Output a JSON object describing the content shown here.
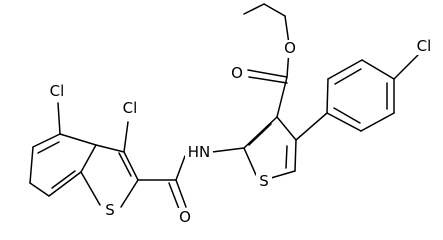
{
  "diagram": {
    "type": "chemical-structure",
    "atom_labels": {
      "cl_aryl": "Cl",
      "cl_benzo_4": "Cl",
      "cl_benzo_3": "Cl",
      "o_ester_carbonyl": "O",
      "o_ester_ether": "O",
      "o_amide": "O",
      "nh_amide": "HN",
      "s_thiophene": "S",
      "s_benzothiophene": "S"
    }
  }
}
